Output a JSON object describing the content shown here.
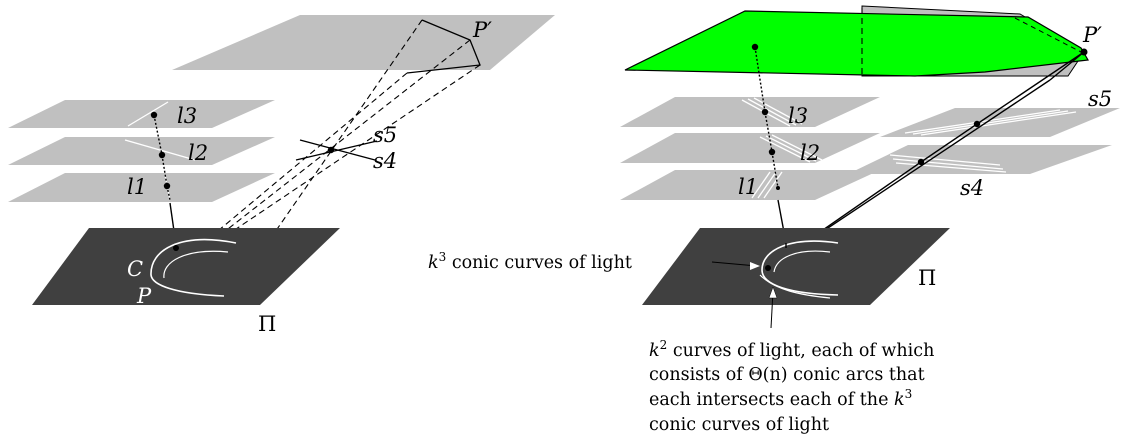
{
  "left": {
    "labels": {
      "p_prime": "P′",
      "l3": "l3",
      "l2": "l2",
      "l1": "l1",
      "s5": "s5",
      "s4": "s4",
      "c": "C",
      "p": "P",
      "pi": "Π"
    }
  },
  "right": {
    "labels": {
      "p_prime": "P′",
      "s5": "s5",
      "l3": "l3",
      "l2": "l2",
      "l1": "l1",
      "s4": "s4",
      "pi": "Π"
    },
    "annotation_conic": {
      "k": "k",
      "exp": "3",
      "rest": " conic curves of light"
    },
    "annotation_curves": {
      "line1_k": "k",
      "line1_exp": "2",
      "line1_rest": " curves of light, each of which",
      "line2": "consists of Θ(n) conic arcs that",
      "line3_pre": "each intersects each of the ",
      "line3_k": "k",
      "line3_exp": "3",
      "line4": "conic curves of light"
    }
  },
  "colors": {
    "plane_gray": "#c0c0c0",
    "plane_dark": "#404040",
    "green": "#00ff00",
    "line": "#000000",
    "white": "#ffffff"
  }
}
